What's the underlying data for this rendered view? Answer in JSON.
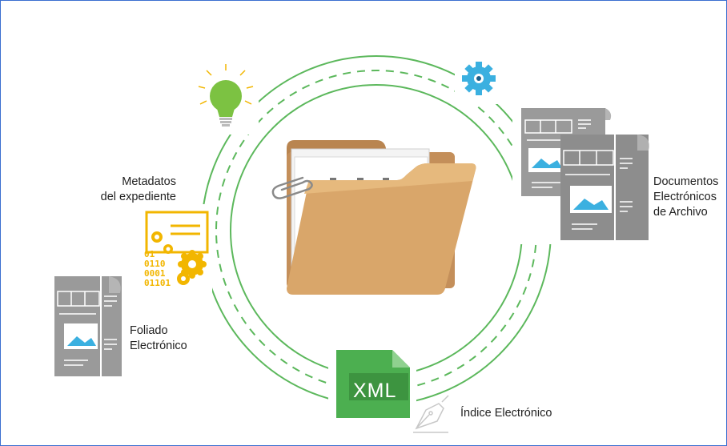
{
  "labels": {
    "metadatos": [
      "Metadatos",
      "del expediente"
    ],
    "documentos": [
      "Documentos",
      "Electrónicos",
      "de Archivo"
    ],
    "foliado": [
      "Foliado",
      "Electrónico"
    ],
    "indice": "Índice Electrónico"
  },
  "xml_badge": "XML",
  "binary_lines": [
    "01",
    "0110",
    "0001",
    "01101"
  ],
  "colors": {
    "ring_green": "#5cb85c",
    "folder_tan": "#d9a66a",
    "gear_yellow": "#f2b600",
    "gear_blue": "#3bb0e0",
    "doc_gray": "#9a9a9a",
    "xml_green": "#4caf50",
    "frame_blue": "#3a6fd0"
  },
  "icons": [
    "lightbulb-icon",
    "gear-icon",
    "metadata-gears-icon",
    "folder-icon",
    "paperclip-icon",
    "document-icon",
    "xml-file-icon",
    "pen-nib-icon"
  ]
}
